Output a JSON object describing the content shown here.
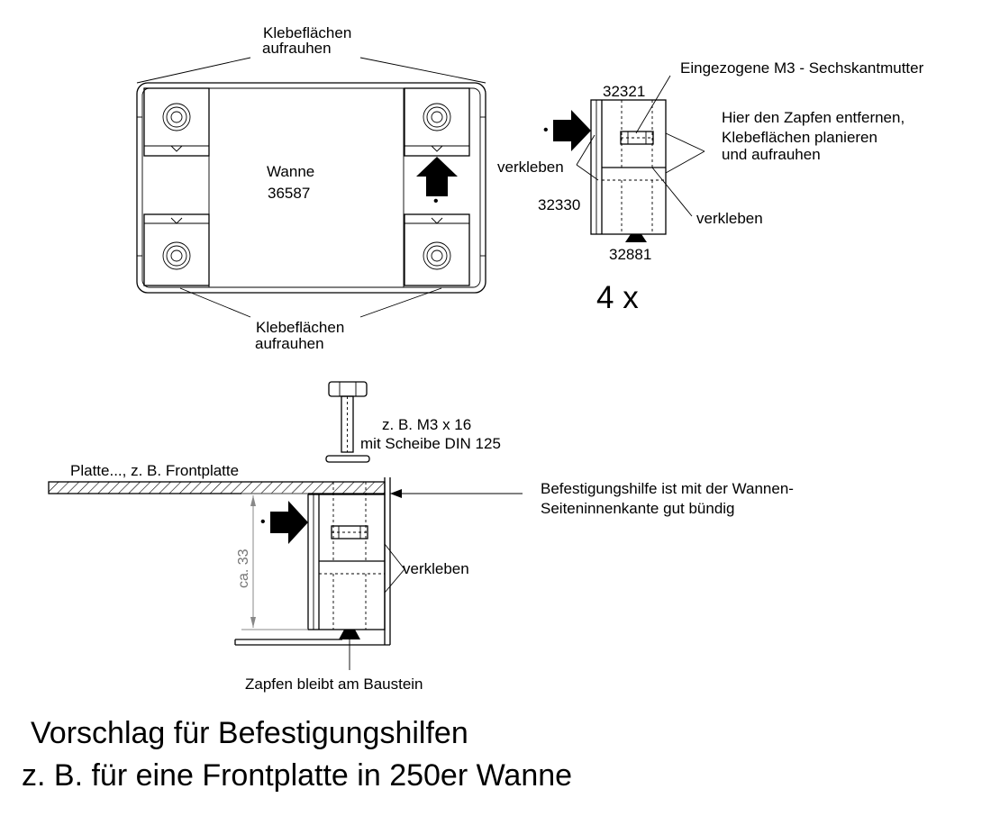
{
  "top_drawing": {
    "label_top_line1": "Klebeflächen",
    "label_top_line2": "aufrauhen",
    "label_bottom_line1": "Klebeflächen",
    "label_bottom_line2": "aufrauhen",
    "tub_name": "Wanne",
    "tub_number": "36587",
    "marker": "•"
  },
  "detail_drawing": {
    "nut_label": "Eingezogene M3 - Sechskantmutter",
    "part_top": "32321",
    "part_left": "32330",
    "part_bottom": "32881",
    "glue_left": "verkleben",
    "glue_right": "verkleben",
    "note_line1": "Hier den Zapfen entfernen,",
    "note_line2": "Klebeflächen planieren",
    "note_line3": "und aufrauhen",
    "multiplier": "4 x",
    "marker": "•"
  },
  "section_drawing": {
    "screw_line1": "z. B. M3 x 16",
    "screw_line2": "mit Scheibe DIN 125",
    "plate_label": "Platte...,  z. B. Frontplatte",
    "flush_line1": "Befestigungshilfe ist  mit der Wannen-",
    "flush_line2": "Seiteninnenkante gut bündig",
    "dimension": "ca. 33",
    "glue": "verkleben",
    "pin_note": "Zapfen bleibt am Baustein",
    "marker": "•"
  },
  "caption": {
    "line1": "Vorschlag für Befestigungshilfen",
    "line2": "z. B. für eine  Frontplatte in 250er Wanne"
  }
}
